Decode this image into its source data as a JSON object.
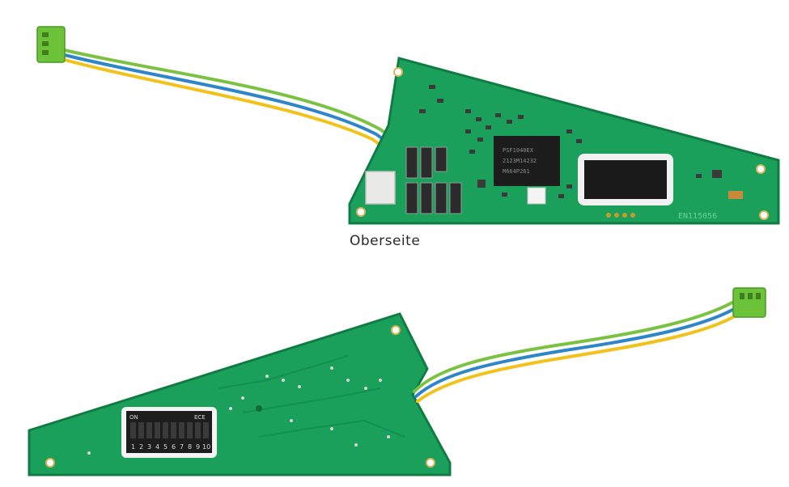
{
  "caption": "Oberseite",
  "top_board": {
    "chip_text": [
      "PSF1040EX",
      "2123M14232",
      "M664P261"
    ],
    "board_code": "EN115056"
  },
  "bottom_board": {
    "dip_label_on": "ON",
    "dip_label_brand": "ECE",
    "dip_numbers": [
      "1",
      "2",
      "3",
      "4",
      "5",
      "6",
      "7",
      "8",
      "9",
      "10"
    ]
  },
  "colors": {
    "pcb": "#1aa05a",
    "pcb_edge": "#0f7d43",
    "wire_green": "#7cc242",
    "wire_blue": "#2e86c8",
    "wire_yellow": "#f2c21a",
    "connector": "#6cc33a"
  }
}
